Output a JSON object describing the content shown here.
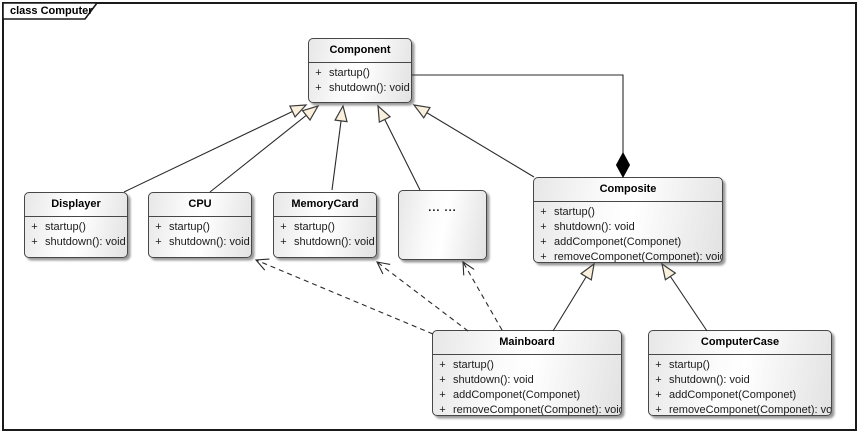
{
  "frame": {
    "label": "class Computer"
  },
  "classes": {
    "component": {
      "name": "Component",
      "members": [
        {
          "vis": "+",
          "text": "startup()"
        },
        {
          "vis": "+",
          "text": "shutdown(): void"
        }
      ]
    },
    "displayer": {
      "name": "Displayer",
      "members": [
        {
          "vis": "+",
          "text": "startup()"
        },
        {
          "vis": "+",
          "text": "shutdown(): void"
        }
      ]
    },
    "cpu": {
      "name": "CPU",
      "members": [
        {
          "vis": "+",
          "text": "startup()"
        },
        {
          "vis": "+",
          "text": "shutdown(): void"
        }
      ]
    },
    "memorycard": {
      "name": "MemoryCard",
      "members": [
        {
          "vis": "+",
          "text": "startup()"
        },
        {
          "vis": "+",
          "text": "shutdown(): void"
        }
      ]
    },
    "ellipsis": {
      "name": "... ..."
    },
    "composite": {
      "name": "Composite",
      "members": [
        {
          "vis": "+",
          "text": "startup()"
        },
        {
          "vis": "+",
          "text": "shutdown(): void"
        },
        {
          "vis": "+",
          "text": "addComponet(Componet)"
        },
        {
          "vis": "+",
          "text": "removeComponet(Componet): void"
        }
      ]
    },
    "mainboard": {
      "name": "Mainboard",
      "members": [
        {
          "vis": "+",
          "text": "startup()"
        },
        {
          "vis": "+",
          "text": "shutdown(): void"
        },
        {
          "vis": "+",
          "text": "addComponet(Componet)"
        },
        {
          "vis": "+",
          "text": "removeComponet(Componet): void"
        }
      ]
    },
    "computercase": {
      "name": "ComputerCase",
      "members": [
        {
          "vis": "+",
          "text": "startup()"
        },
        {
          "vis": "+",
          "text": "shutdown(): void"
        },
        {
          "vis": "+",
          "text": "addComponet(Componet)"
        },
        {
          "vis": "+",
          "text": "removeComponet(Componet): void"
        }
      ]
    }
  },
  "relationships": [
    {
      "type": "generalization",
      "from": "Displayer",
      "to": "Component"
    },
    {
      "type": "generalization",
      "from": "CPU",
      "to": "Component"
    },
    {
      "type": "generalization",
      "from": "MemoryCard",
      "to": "Component"
    },
    {
      "type": "generalization",
      "from": "... ...",
      "to": "Component"
    },
    {
      "type": "generalization",
      "from": "Composite",
      "to": "Component"
    },
    {
      "type": "composition",
      "whole": "Composite",
      "part": "Component"
    },
    {
      "type": "generalization",
      "from": "Mainboard",
      "to": "Composite"
    },
    {
      "type": "generalization",
      "from": "ComputerCase",
      "to": "Composite"
    },
    {
      "type": "dependency",
      "from": "Mainboard",
      "to": "CPU"
    },
    {
      "type": "dependency",
      "from": "Mainboard",
      "to": "MemoryCard"
    },
    {
      "type": "dependency",
      "from": "Mainboard",
      "to": "... ..."
    }
  ],
  "colors": {
    "line": "#2a2a2a",
    "box_border": "#474747",
    "arrowhead_fill": "#faf0dc",
    "diamond_fill": "#000000"
  }
}
